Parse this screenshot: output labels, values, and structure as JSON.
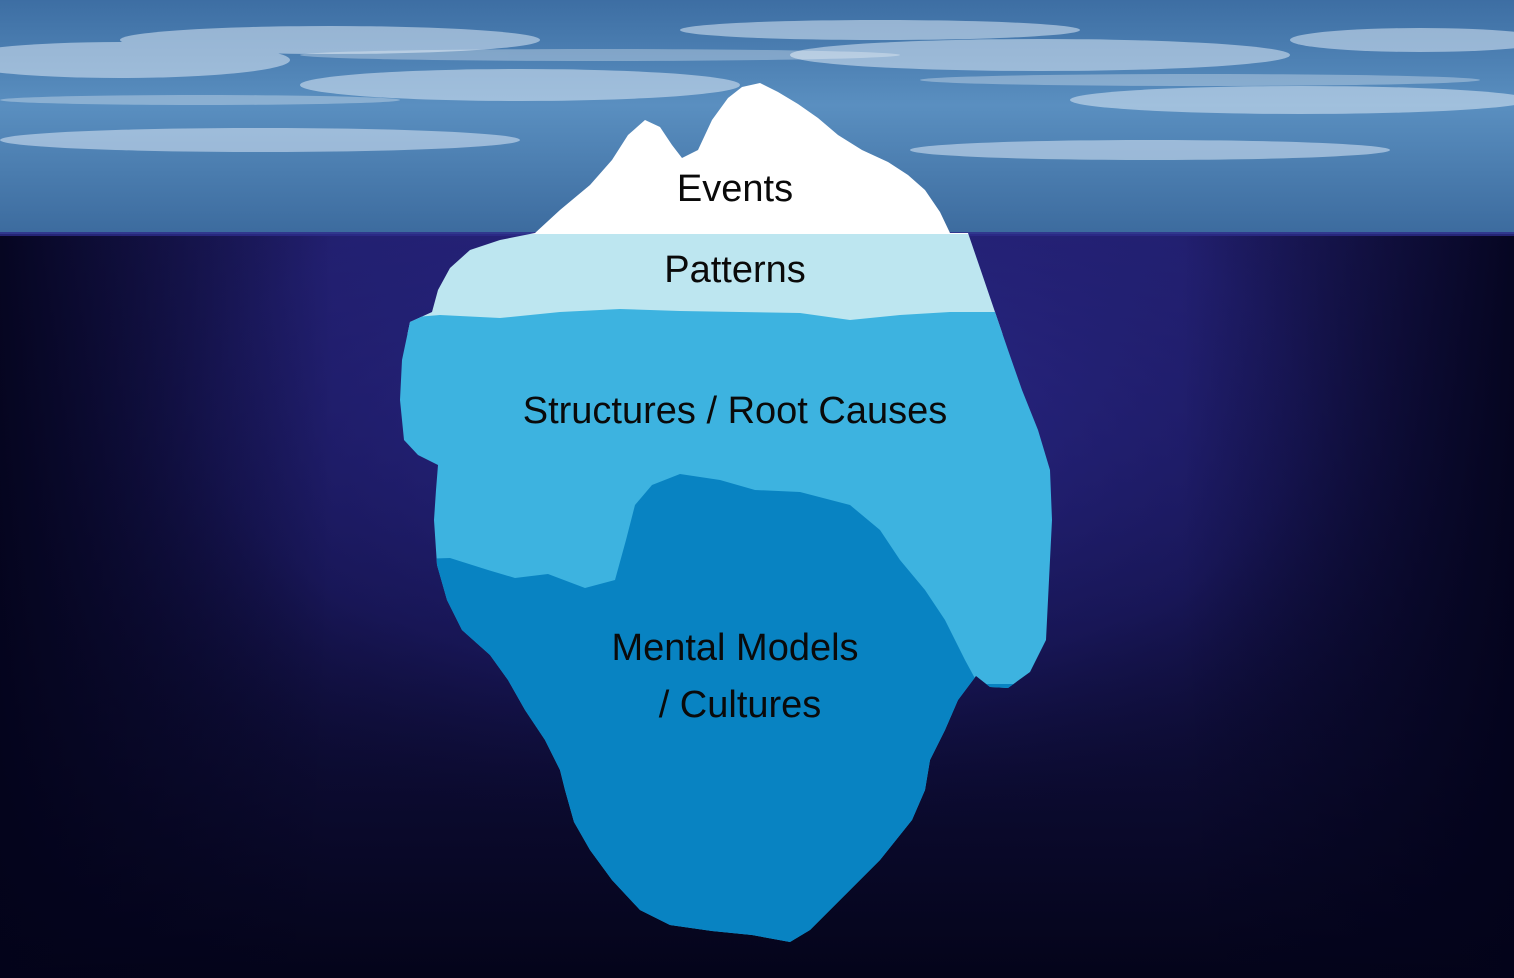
{
  "layers": [
    {
      "id": "events",
      "label": "Events",
      "color": "#ffffff"
    },
    {
      "id": "patterns",
      "label": "Patterns",
      "color": "#bde6f0"
    },
    {
      "id": "structures",
      "label": "Structures / Root Causes",
      "color": "#3db3e0"
    },
    {
      "id": "mental-models",
      "label_line1": "Mental Models",
      "label_line2": "/ Cultures",
      "color": "#0883c2"
    }
  ],
  "colors": {
    "sky": "#4f86b8",
    "water_surface": "#22206f",
    "water_deep": "#04041a"
  }
}
